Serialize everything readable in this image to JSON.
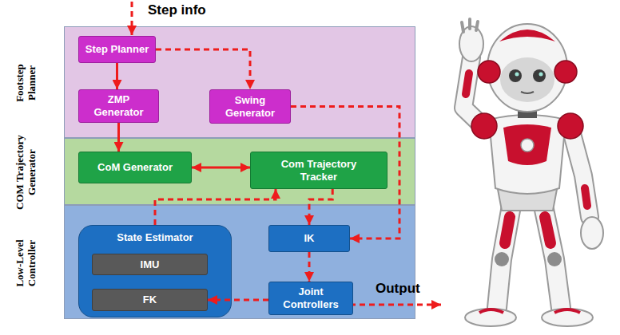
{
  "diagram": {
    "nodes": [
      {
        "text": [
          "Footstep Planner"
        ]
      },
      {
        "text": [
          "Step Planner"
        ],
        "in": 0
      },
      {
        "text": [
          "ZMP Generator"
        ],
        "in": 0
      },
      {
        "text": [
          "Swing Generator"
        ],
        "in": 0
      },
      {
        "text": [
          "COM Trajectory Generator"
        ]
      },
      {
        "text": [
          "CoM Generator"
        ],
        "in": 4
      },
      {
        "text": [
          "Com Trajectory Tracker"
        ],
        "in": 4
      },
      {
        "text": [
          "Low-Level Controller"
        ]
      },
      {
        "text": [
          "State Estimator"
        ],
        "in": 7
      },
      {
        "text": [
          "IMU"
        ],
        "in": 8
      },
      {
        "text": [
          "FK"
        ],
        "in": 8
      },
      {
        "text": [
          "IK"
        ],
        "in": 7
      },
      {
        "text": [
          "Joint Controllers"
        ],
        "in": 7
      }
    ],
    "edges": [
      {
        "from": 1,
        "to": 2,
        "arrow": "to"
      },
      {
        "from": 1,
        "to": 3,
        "arrow": "to"
      },
      {
        "from": 2,
        "to": 5,
        "arrow": "to"
      },
      {
        "from": 5,
        "to": 6,
        "arrow": "both"
      },
      {
        "from": 3,
        "to": 11,
        "arrow": "to"
      },
      {
        "from": 6,
        "to": 11,
        "arrow": "to"
      },
      {
        "from": 8,
        "to": 6,
        "arrow": "to"
      },
      {
        "from": 11,
        "to": 12,
        "arrow": "to"
      },
      {
        "from": 12,
        "to": 10,
        "arrow": "to"
      }
    ],
    "labels": [
      "Step info",
      "Output"
    ]
  }
}
